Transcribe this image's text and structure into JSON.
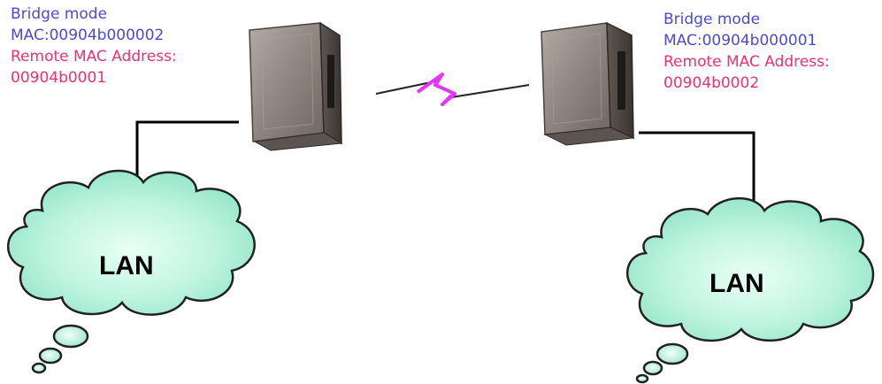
{
  "left_node": {
    "mode": "Bridge mode",
    "mac": "MAC:00904b000002",
    "remote_label": "Remote MAC Address:",
    "remote_value": "00904b0001"
  },
  "right_node": {
    "mode": "Bridge mode",
    "mac": "MAC:00904b000001",
    "remote_label": "Remote MAC Address:",
    "remote_value": "00904b0002"
  },
  "clouds": {
    "left_label": "LAN",
    "right_label": "LAN"
  },
  "colors": {
    "info_text": "#4a4ad6",
    "remote_text": "#f0306e",
    "cloud_fill": "#a8ecd6",
    "wireless_link": "#e633ff",
    "wire": "#000000"
  }
}
